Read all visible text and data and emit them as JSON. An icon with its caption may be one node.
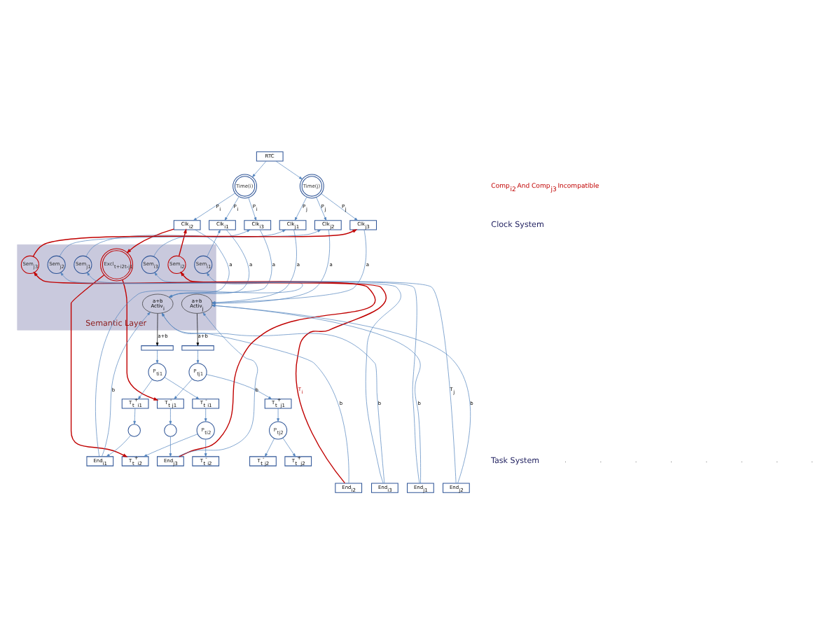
{
  "diagram": {
    "nodes": [
      {
        "text": [
          "RTC"
        ]
      },
      {
        "text": [
          "Time(i)"
        ]
      },
      {
        "text": [
          "Time(j)"
        ]
      },
      {
        "text": [
          "Clk$_{i1}$"
        ]
      },
      {
        "text": [
          "Clk$_{i2}$"
        ]
      },
      {
        "text": [
          "Clk$_{i3}$"
        ]
      },
      {
        "text": [
          "Clk$_{j1}$"
        ]
      },
      {
        "text": [
          "Clk$_{j2}$"
        ]
      },
      {
        "text": [
          "Clk$_{j3}$"
        ]
      },
      {
        "text": [
          "Semantic Layer"
        ]
      },
      {
        "text": [
          "Sem$_{i1}$"
        ],
        "in": 9
      },
      {
        "text": [
          "Sem$_{i2}$"
        ],
        "in": 9
      },
      {
        "text": [
          "Sem$_{i3}$"
        ],
        "in": 9
      },
      {
        "text": [
          "Excl$_{t+i2t-j1}$"
        ],
        "in": 9
      },
      {
        "text": [
          "Sem$_{j1}$"
        ],
        "in": 9
      },
      {
        "text": [
          "Sem$_{j2}$"
        ],
        "in": 9
      },
      {
        "text": [
          "Sem$_{j3}$"
        ],
        "in": 9
      },
      {
        "text": [
          "a+b",
          "Activ$_{i}$"
        ],
        "in": 9
      },
      {
        "text": [
          "a+b",
          "Activ$_{j}$"
        ],
        "in": 9
      },
      {
        "text": [],
        "shape": "bar"
      },
      {
        "text": [],
        "shape": "bar"
      },
      {
        "text": [
          "P$_{ti1}$"
        ]
      },
      {
        "text": [
          "T$_{t}$$^{+}$$_{i1}$"
        ]
      },
      {
        "text": [
          "T$_{t}$$^{-}$$_{i1}$"
        ]
      },
      {
        "text": [],
        "shape": "circle"
      },
      {
        "text": [
          "P$_{ti2}$"
        ]
      },
      {
        "text": [
          "End$_{i1}$"
        ]
      },
      {
        "text": [
          "T$_{t}$$^{+}$$_{i2}$"
        ]
      },
      {
        "text": [
          "T$_{t}$$^{-}$$_{i2}$"
        ]
      },
      {
        "text": [
          "End$_{i2}$"
        ]
      },
      {
        "text": [
          "End$_{i3}$"
        ]
      },
      {
        "text": [
          "P$_{tj1}$"
        ]
      },
      {
        "text": [
          "T$_{t}$$^{+}$$_{j1}$"
        ]
      },
      {
        "text": [
          "T$_{t}$$^{-}$$_{j1}$"
        ]
      },
      {
        "text": [
          "P$_{tj2}$"
        ]
      },
      {
        "text": [],
        "shape": "circle"
      },
      {
        "text": [
          "T$_{t}$$^{+}$$_{j2}$"
        ]
      },
      {
        "text": [
          "T$_{t}$$^{-}$$_{j2}$"
        ]
      },
      {
        "text": [
          "End$_{j3}$"
        ]
      },
      {
        "text": [
          "End$_{j1}$"
        ]
      },
      {
        "text": [
          "End$_{j2}$"
        ]
      }
    ],
    "edges": [
      {
        "from": 0,
        "to": 1,
        "arrow": "to"
      },
      {
        "from": 0,
        "to": 2,
        "arrow": "to"
      },
      {
        "from": 1,
        "to": 3,
        "arrow": "to",
        "label": "P$_{i}$"
      },
      {
        "from": 1,
        "to": 4,
        "arrow": "to",
        "label": "P$_{i}$"
      },
      {
        "from": 1,
        "to": 5,
        "arrow": "to",
        "label": "P$_{i}$"
      },
      {
        "from": 2,
        "to": 6,
        "arrow": "to",
        "label": "P$_{j}$"
      },
      {
        "from": 2,
        "to": 7,
        "arrow": "to",
        "label": "P$_{j}$"
      },
      {
        "from": 2,
        "to": 8,
        "arrow": "to",
        "label": "P$_{j}$"
      },
      {
        "from": 3,
        "to": 17,
        "arrow": "to",
        "label": "a"
      },
      {
        "from": 4,
        "to": 17,
        "arrow": "to",
        "label": "a"
      },
      {
        "from": 5,
        "to": 17,
        "arrow": "to",
        "label": "a"
      },
      {
        "from": 6,
        "to": 18,
        "arrow": "to",
        "label": "a"
      },
      {
        "from": 7,
        "to": 18,
        "arrow": "to",
        "label": "a"
      },
      {
        "from": 8,
        "to": 18,
        "arrow": "to",
        "label": "a"
      },
      {
        "from": 10,
        "to": 3,
        "arrow": "to"
      },
      {
        "from": 11,
        "to": 4,
        "arrow": "to",
        "color": "#c00000"
      },
      {
        "from": 12,
        "to": 5,
        "arrow": "to"
      },
      {
        "from": 14,
        "to": 6,
        "arrow": "to"
      },
      {
        "from": 15,
        "to": 7,
        "arrow": "to"
      },
      {
        "from": 16,
        "to": 8,
        "arrow": "to",
        "color": "#c00000"
      },
      {
        "from": 4,
        "to": 13,
        "arrow": "to",
        "color": "#c00000"
      },
      {
        "from": 13,
        "to": 27,
        "arrow": "to",
        "color": "#c00000"
      },
      {
        "from": 13,
        "to": 33,
        "arrow": "to",
        "color": "#c00000"
      },
      {
        "from": 17,
        "to": 19,
        "arrow": "to",
        "label": "a+b",
        "color": "#000000"
      },
      {
        "from": 18,
        "to": 20,
        "arrow": "to",
        "label": "a+b",
        "color": "#000000"
      },
      {
        "from": 19,
        "to": 21,
        "arrow": "to"
      },
      {
        "from": 21,
        "to": 22,
        "arrow": "to"
      },
      {
        "from": 21,
        "to": 23,
        "arrow": "to"
      },
      {
        "from": 22,
        "to": 24,
        "arrow": "to"
      },
      {
        "from": 24,
        "to": 26,
        "arrow": "to"
      },
      {
        "from": 23,
        "to": 25,
        "arrow": "to"
      },
      {
        "from": 25,
        "to": 27,
        "arrow": "to"
      },
      {
        "from": 25,
        "to": 28,
        "arrow": "to"
      },
      {
        "from": 20,
        "to": 31,
        "arrow": "to"
      },
      {
        "from": 31,
        "to": 32,
        "arrow": "to"
      },
      {
        "from": 31,
        "to": 33,
        "arrow": "to"
      },
      {
        "from": 32,
        "to": 34,
        "arrow": "to"
      },
      {
        "from": 34,
        "to": 36,
        "arrow": "to"
      },
      {
        "from": 34,
        "to": 37,
        "arrow": "to"
      },
      {
        "from": 33,
        "to": 35,
        "arrow": "to"
      },
      {
        "from": 35,
        "to": 38,
        "arrow": "to"
      },
      {
        "from": 26,
        "to": 10,
        "arrow": "to"
      },
      {
        "from": 26,
        "to": 17,
        "arrow": "to",
        "label": "b"
      },
      {
        "from": 29,
        "to": 17,
        "arrow": "to",
        "label": "b"
      },
      {
        "from": 30,
        "to": 17,
        "arrow": "to",
        "label": "b"
      },
      {
        "from": 30,
        "to": 12,
        "arrow": "to"
      },
      {
        "from": 29,
        "to": 11,
        "arrow": "to",
        "label": "T$_{i}$",
        "color": "#c00000"
      },
      {
        "from": 39,
        "to": 18,
        "arrow": "to",
        "label": "b"
      },
      {
        "from": 40,
        "to": 18,
        "arrow": "to",
        "label": "b"
      },
      {
        "from": 38,
        "to": 18,
        "arrow": "to",
        "label": "b"
      },
      {
        "from": 39,
        "to": 14,
        "arrow": "to"
      },
      {
        "from": 40,
        "to": 15,
        "arrow": "to",
        "label": "T$_{j}$"
      },
      {
        "from": 38,
        "to": 16,
        "arrow": "to",
        "color": "#c00000"
      }
    ],
    "labels": [
      "Clock System",
      "Task System",
      "Comp$_{i2}$ And Comp$_{j3}$ Incompatible",
      ".",
      ".",
      ".",
      ".",
      ".",
      ".",
      ".",
      "."
    ]
  }
}
